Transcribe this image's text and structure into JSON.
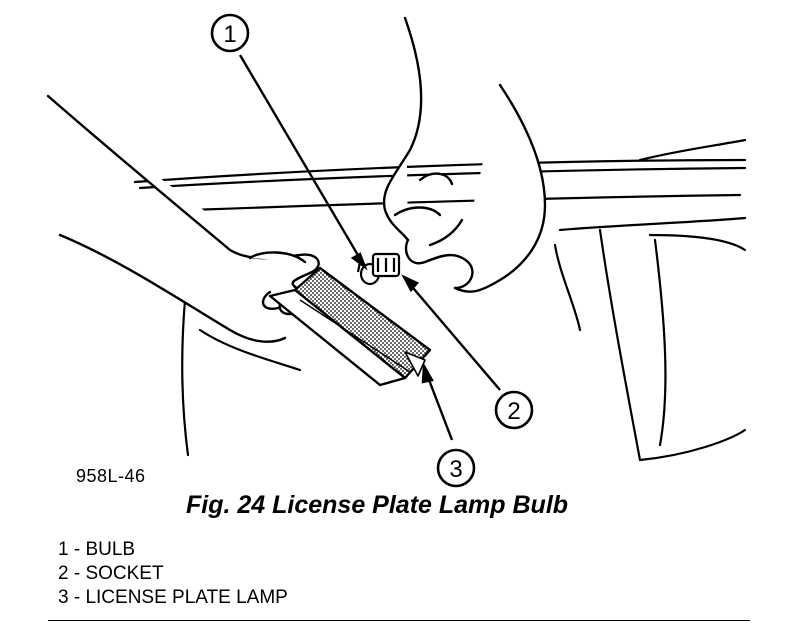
{
  "figure": {
    "code": "958L-46",
    "caption": "Fig. 24 License Plate Lamp Bulb"
  },
  "callouts": [
    {
      "number": "1",
      "part": "BULB"
    },
    {
      "number": "2",
      "part": "SOCKET"
    },
    {
      "number": "3",
      "part": "LICENSE PLATE LAMP"
    }
  ],
  "legend": [
    "1 - BULB",
    "2 - SOCKET",
    "3 - LICENSE PLATE LAMP"
  ]
}
